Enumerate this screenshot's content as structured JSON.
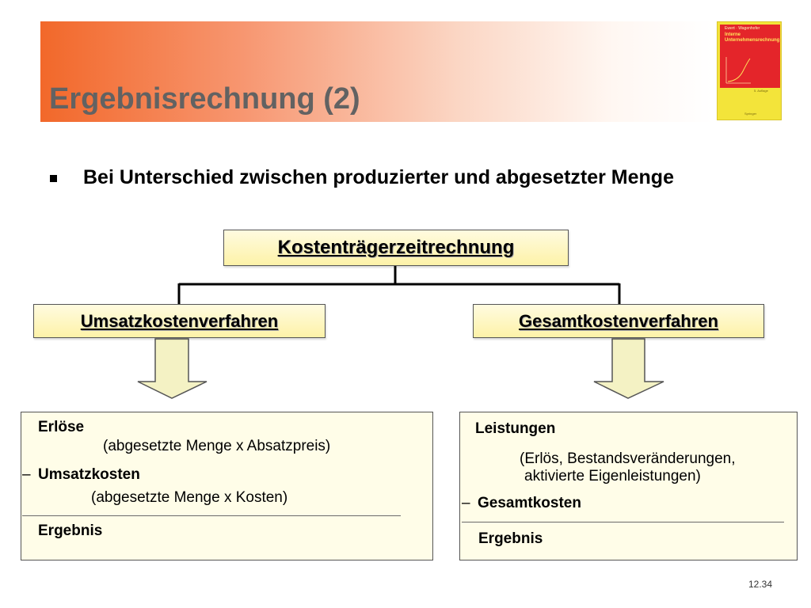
{
  "slide": {
    "title": "Ergebnisrechnung (2)",
    "bullet": "Bei Unterschied zwischen produzierter und abgesetzter Menge",
    "page_number": "12.34"
  },
  "book_cover": {
    "authors": "Ewert · Wagenhofer",
    "title_line1": "Interne",
    "title_line2": "Unternehmensrechnung",
    "edition": "5. Auflage",
    "publisher": "Springer",
    "colors": {
      "cover": "#f3e43a",
      "panel": "#e4252a"
    }
  },
  "diagram": {
    "root": "Kostenträgerzeitrechnung",
    "left_method": "Umsatzkostenverfahren",
    "right_method": "Gesamtkostenverfahren",
    "left_panel": {
      "line1": "Erlöse",
      "line2": "(abgesetzte Menge x Absatzpreis)",
      "minus": "–",
      "line3": "Umsatzkosten",
      "line4": "(abgesetzte Menge x Kosten)",
      "result": "Ergebnis"
    },
    "right_panel": {
      "line1": "Leistungen",
      "line2": "(Erlös, Bestandsveränderungen,",
      "line3": "aktivierte Eigenleistungen)",
      "minus": "–",
      "line4": "Gesamtkosten",
      "result": "Ergebnis"
    }
  },
  "colors": {
    "banner_start": "#f2682a",
    "box_fill": "#fdf2a8",
    "arrow_fill": "#f4f2c4",
    "title_text": "#626262"
  }
}
